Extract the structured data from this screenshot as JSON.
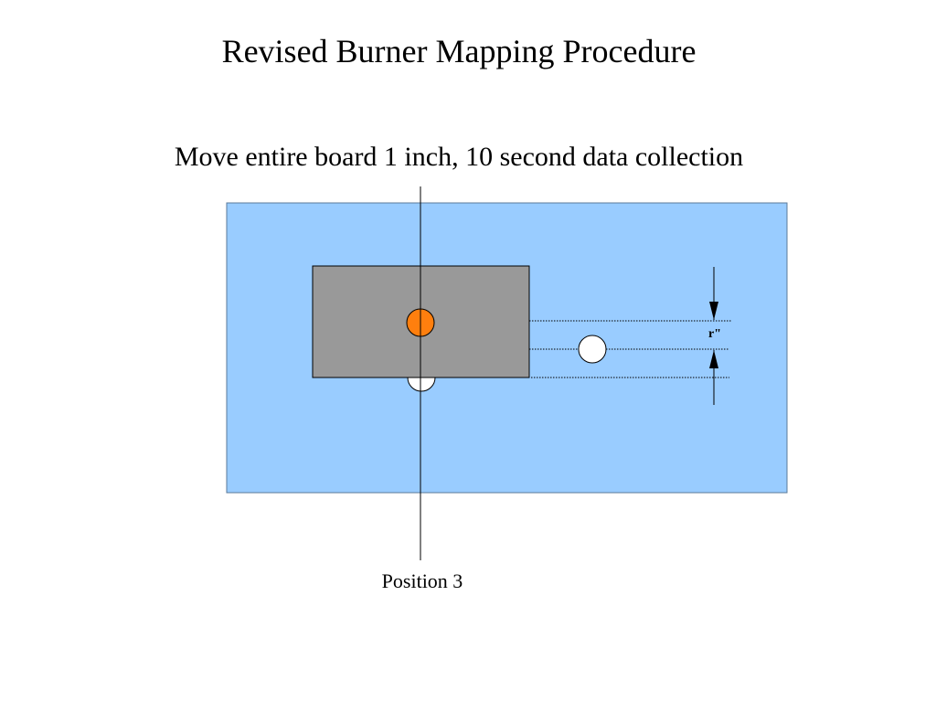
{
  "slide": {
    "title": "Revised Burner Mapping Procedure",
    "subtitle": "Move entire board 1 inch, 10 second data collection"
  },
  "diagram": {
    "position_label": "Position 3",
    "dimension_label": "r\"",
    "colors": {
      "board": "#99ccff",
      "burner": "#999999",
      "active_point": "#ff7f0e",
      "inactive_point": "#ffffff",
      "lines": "#000000"
    }
  }
}
